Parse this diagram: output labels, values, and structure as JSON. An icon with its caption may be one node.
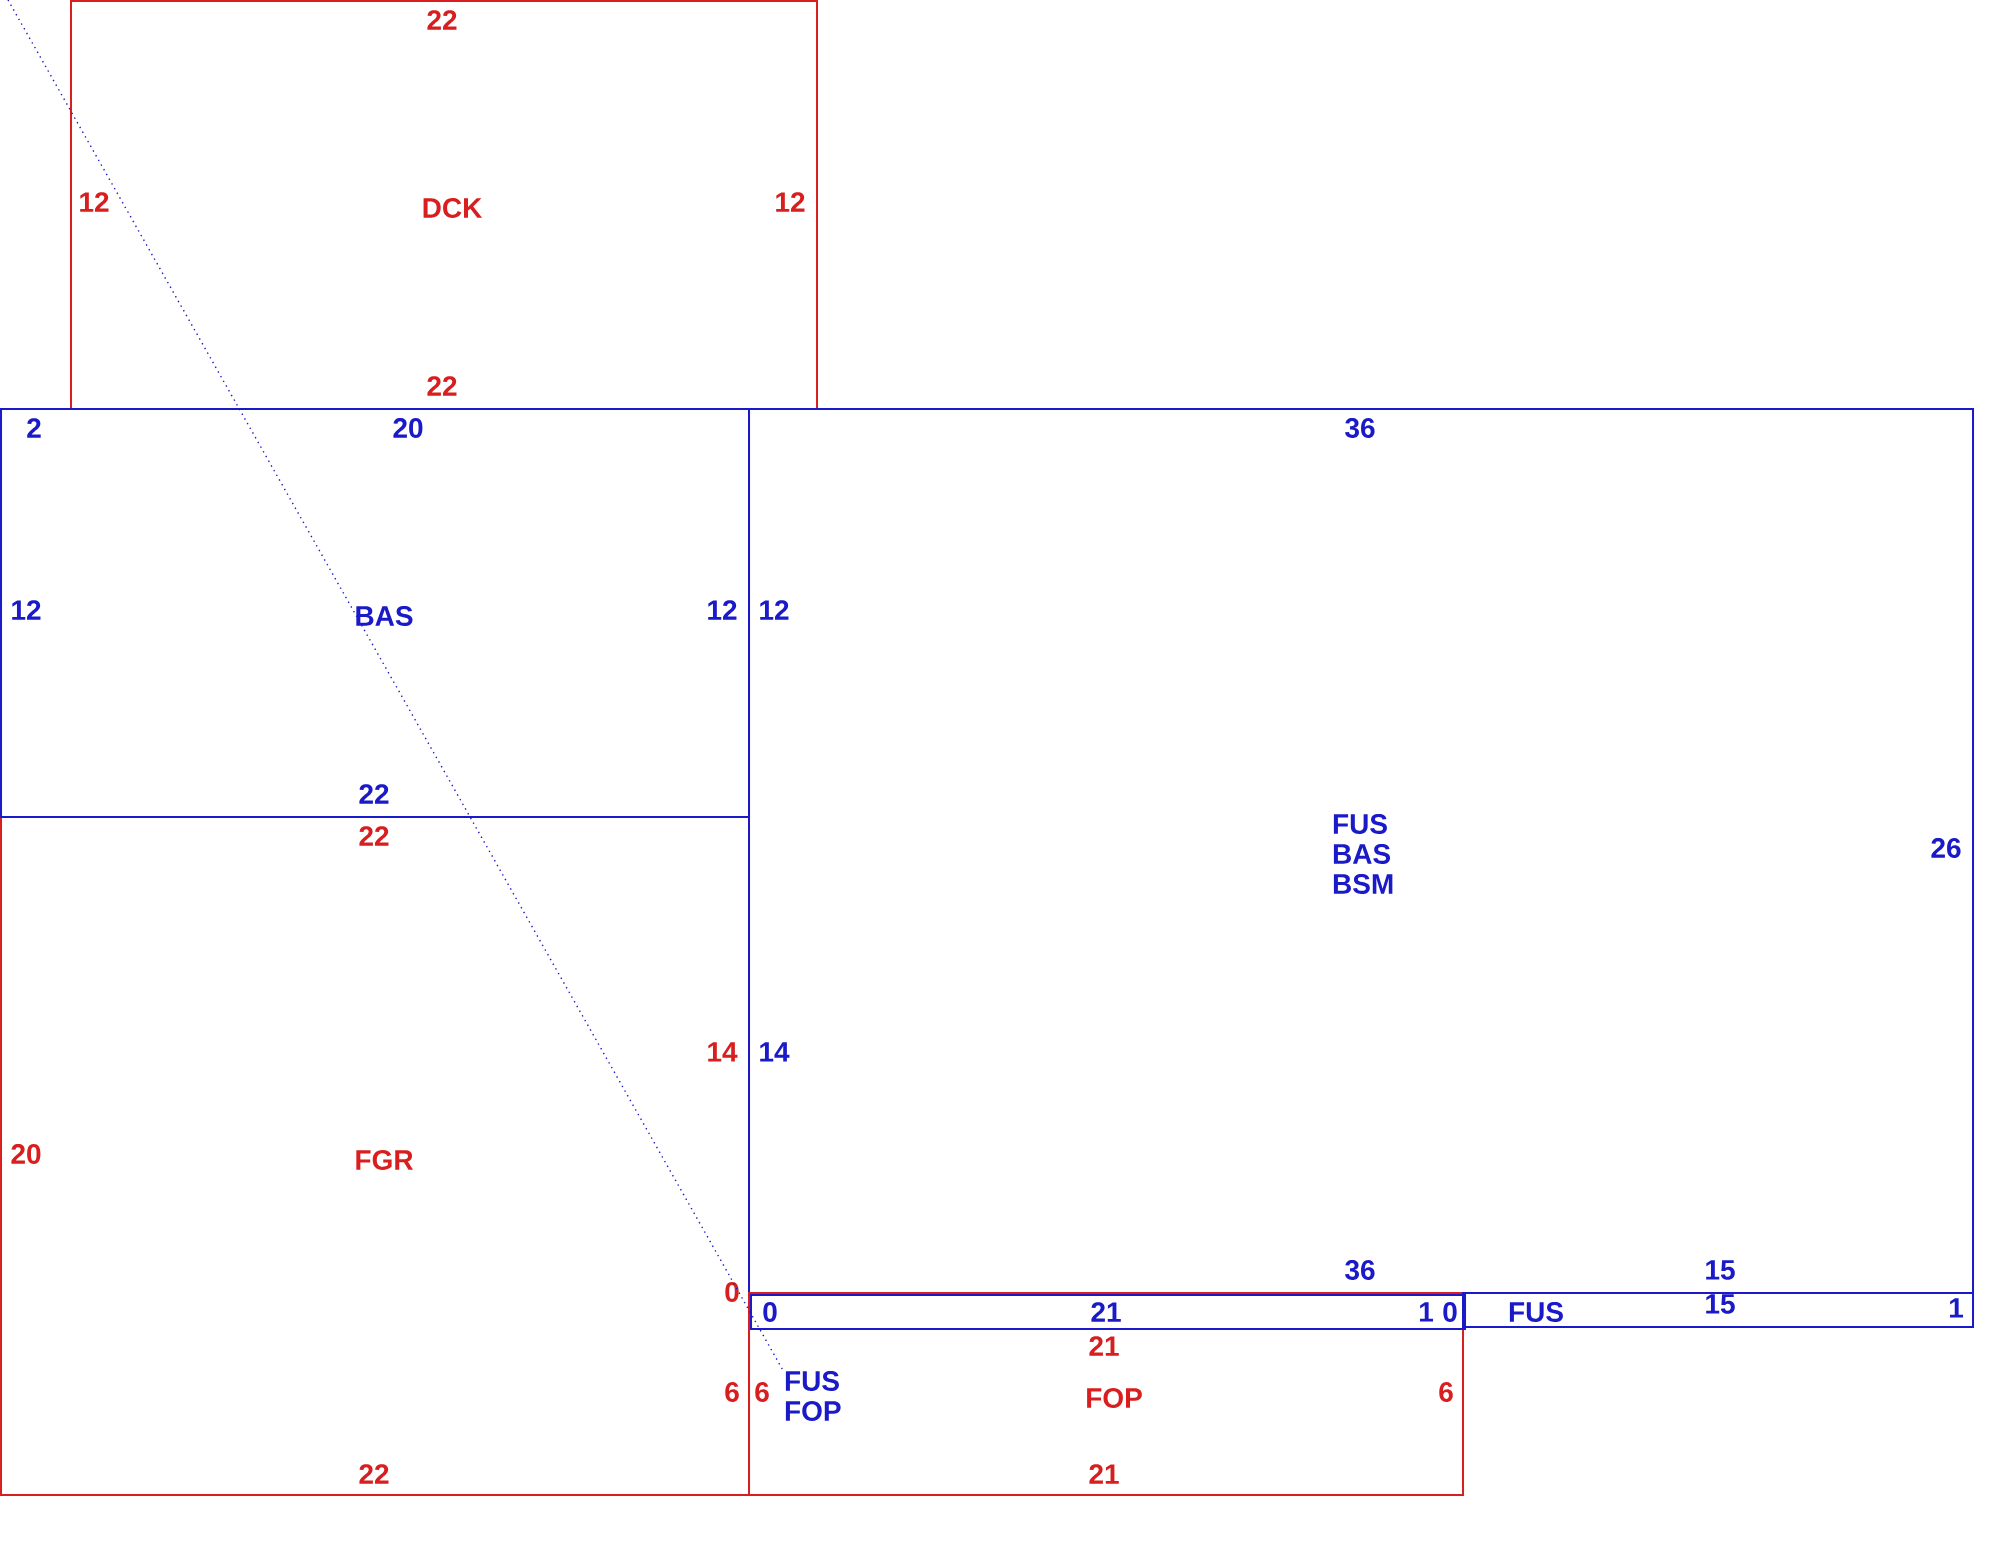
{
  "diagram": {
    "nodes": [
      {
        "text": [
          "22",
          "12",
          "DCK",
          "12",
          "22"
        ]
      },
      {
        "text": [
          "2",
          "20",
          "12",
          "BAS",
          "12",
          "22"
        ]
      },
      {
        "text": [
          "36",
          "12",
          "FUS BAS BSM",
          "26",
          "14",
          "36",
          "15"
        ]
      },
      {
        "text": [
          "22",
          "14",
          "20",
          "FGR",
          "0",
          "6",
          "22"
        ]
      },
      {
        "text": [
          "21",
          "6",
          "FOP",
          "6",
          "21"
        ]
      },
      {
        "text": [
          "0",
          "21",
          "1",
          "0",
          "FUS FOP"
        ],
        "in": 4
      },
      {
        "text": [
          "FUS",
          "15",
          "1"
        ]
      }
    ],
    "edges": [
      {
        "from": null,
        "to": 5,
        "arrow": "none",
        "style": "dashed"
      }
    ]
  }
}
